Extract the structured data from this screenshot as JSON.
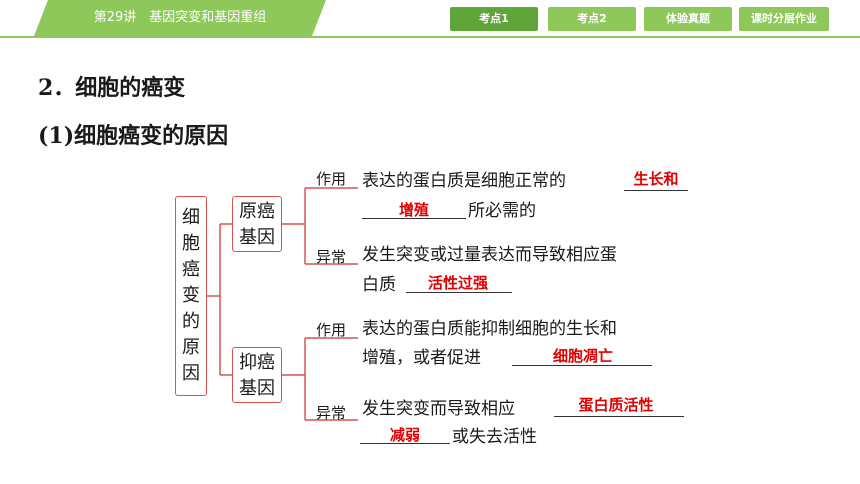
{
  "header": {
    "lesson": "第29讲　基因突变和基因重组",
    "tabs": [
      "考点1",
      "考点2",
      "体验真题",
      "课时分层作业"
    ]
  },
  "section": {
    "title": "2．细胞的癌变",
    "subtitle": "(1)细胞癌变的原因"
  },
  "diagram": {
    "root_chars": [
      "细",
      "胞",
      "癌",
      "变",
      "的",
      "原",
      "因"
    ],
    "proto": {
      "name_line1": "原癌",
      "name_line2": "基因",
      "role_label": "作用",
      "role_text_a": "表达的蛋白质是细胞正常的",
      "role_answer": "生长和增殖",
      "role_answer_a": "生长和",
      "role_answer_b": "增殖",
      "role_text_b": "所必需的",
      "abn_label": "异常",
      "abn_text_a": "发生突变或过量表达而导致相应蛋",
      "abn_text_b": "白质",
      "abn_answer": "活性过强"
    },
    "suppressor": {
      "name_line1": "抑癌",
      "name_line2": "基因",
      "role_label": "作用",
      "role_text_a": "表达的蛋白质能抑制细胞的生长和",
      "role_text_b": "增殖，或者促进",
      "role_answer": "细胞凋亡",
      "abn_label": "异常",
      "abn_text_a": "发生突变而导致相应",
      "abn_answer": "蛋白质活性减弱",
      "abn_answer_a": "蛋白质活性",
      "abn_answer_b": "减弱",
      "abn_text_b": "或失去活性"
    }
  }
}
